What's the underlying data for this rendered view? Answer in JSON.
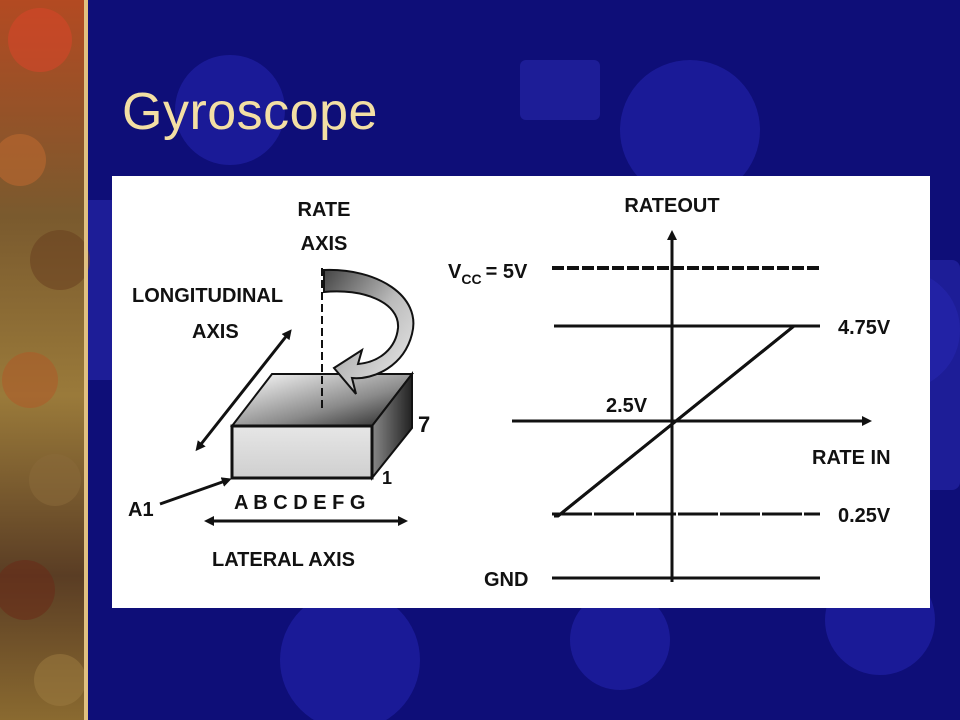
{
  "slide": {
    "title": "Gyroscope",
    "colors": {
      "background": "#0e0e78",
      "title": "#f3dfa4",
      "panel": "#ffffff"
    }
  },
  "diagram": {
    "sensor": {
      "rate_axis": [
        "RATE",
        "AXIS"
      ],
      "longitudinal_axis": [
        "LONGITUDINAL",
        "AXIS"
      ],
      "pin_a1": "A1",
      "pin_letters": "A B C D E F G",
      "pin_1": "1",
      "pin_7": "7",
      "lateral_axis": "LATERAL AXIS"
    },
    "graph": {
      "y_label": "RATEOUT",
      "x_label": "RATE IN",
      "vcc_main": "V",
      "vcc_sub": "CC",
      "vcc_value": "= 5V",
      "v_high": "4.75V",
      "v_mid": "2.5V",
      "v_low": "0.25V",
      "gnd": "GND"
    }
  }
}
